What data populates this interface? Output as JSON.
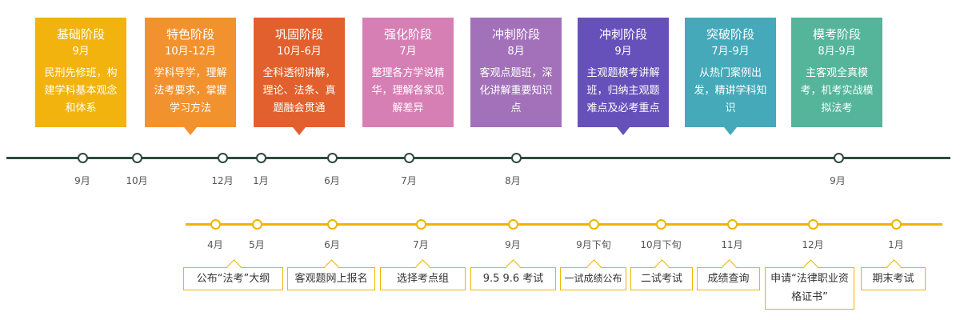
{
  "stages": [
    {
      "title": "基础阶段",
      "time": "9月",
      "desc": "民刑先修班，构建学科基本观念和体系",
      "color": "#f2b30f"
    },
    {
      "title": "特色阶段",
      "time": "10月-12月",
      "desc": "学科导学，理解法考要求，掌握学习方法",
      "color": "#f2922f"
    },
    {
      "title": "巩固阶段",
      "time": "10月-6月",
      "desc": "全科透彻讲解，理论、法条、真题融会贯通",
      "color": "#e2602d"
    },
    {
      "title": "强化阶段",
      "time": "7月",
      "desc": "整理各方学说精华，理解各家见解差异",
      "color": "#d67fb5"
    },
    {
      "title": "冲刺阶段",
      "time": "8月",
      "desc": "客观点题班，深化讲解重要知识点",
      "color": "#a271b9"
    },
    {
      "title": "冲刺阶段",
      "time": "9月",
      "desc": "主观题模考讲解班，归纳主观题难点及必考重点",
      "color": "#6651bb"
    },
    {
      "title": "突破阶段",
      "time": "7月-9月",
      "desc": "从热门案例出发，精讲学科知识",
      "color": "#45a9b9"
    },
    {
      "title": "模考阶段",
      "time": "8月-9月",
      "desc": "主客观全真模考，机考实战模拟法考",
      "color": "#54b59a"
    }
  ],
  "upper_timeline": {
    "labels": [
      "9月",
      "10月",
      "12月",
      "1月",
      "6月",
      "7月",
      "8月",
      "9月"
    ]
  },
  "lower_timeline": {
    "labels": [
      "4月",
      "5月",
      "6月",
      "7月",
      "9月",
      "9月下旬",
      "10月下旬",
      "11月",
      "12月",
      "1月"
    ]
  },
  "events": [
    "公布“法考”大纲",
    "客观题网上报名",
    "选择考点组",
    "9.5  9.6 考试",
    "一试成绩公布",
    "二试考试",
    "成绩查询",
    "申请“法律职业资格证书”",
    "期末考试"
  ]
}
